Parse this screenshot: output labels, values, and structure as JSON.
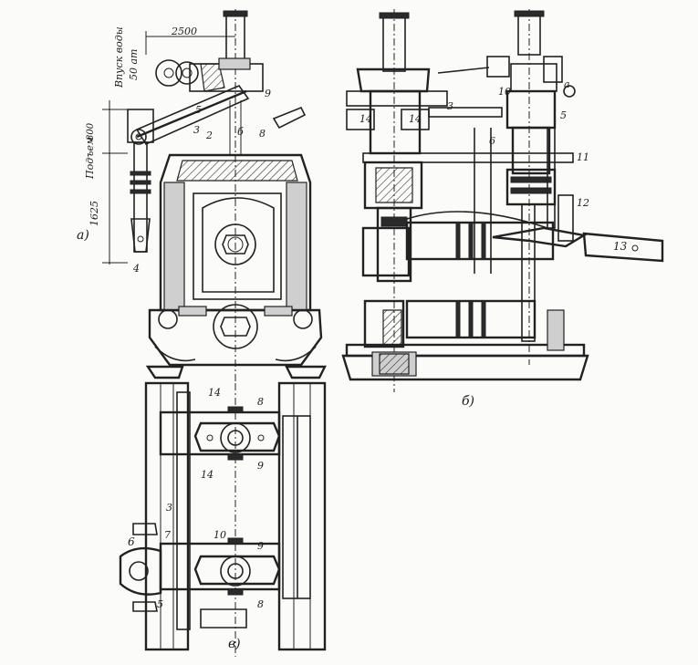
{
  "views": {
    "a": "а)",
    "b": "б)",
    "v": "в)"
  },
  "dimensions": {
    "width_2500": "2500",
    "height_1625": "1625",
    "height_800": "800"
  },
  "annotations": {
    "water_inlet": "Впуск воды",
    "pressure": "50 ат",
    "lift": "Подъем"
  },
  "callouts": {
    "n2": "2",
    "n3": "3",
    "n4": "4",
    "n5": "5",
    "n6": "6",
    "n7": "7",
    "n8": "8",
    "n9": "9",
    "n10": "10",
    "n11": "11",
    "n12": "12",
    "n13": "13",
    "n14": "14",
    "a_letter": "а",
    "b_letter": "б",
    "v_letter": "в"
  },
  "colors": {
    "ink": "#222222",
    "paper": "#fbfbf9",
    "fill": "#cfcfcf"
  }
}
